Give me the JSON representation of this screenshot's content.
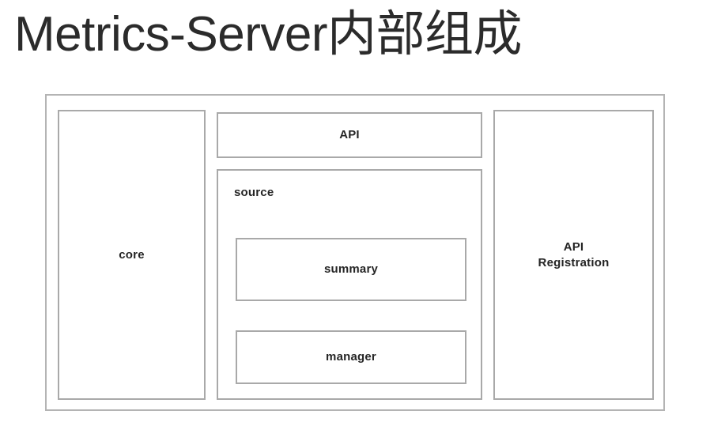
{
  "page": {
    "title": "Metrics-Server内部组成",
    "background_color": "#ffffff",
    "text_color": "#252525",
    "border_color": "#a9a9a9",
    "outer_border_color": "#b4b4b4"
  },
  "diagram": {
    "name": "metrics-server-internal-composition",
    "boxes": {
      "core": {
        "label": "core"
      },
      "api": {
        "label": "API"
      },
      "source": {
        "label": "source",
        "children": {
          "summary": {
            "label": "summary"
          },
          "manager": {
            "label": "manager"
          }
        }
      },
      "api_registration": {
        "label": "API\nRegistration"
      }
    }
  }
}
